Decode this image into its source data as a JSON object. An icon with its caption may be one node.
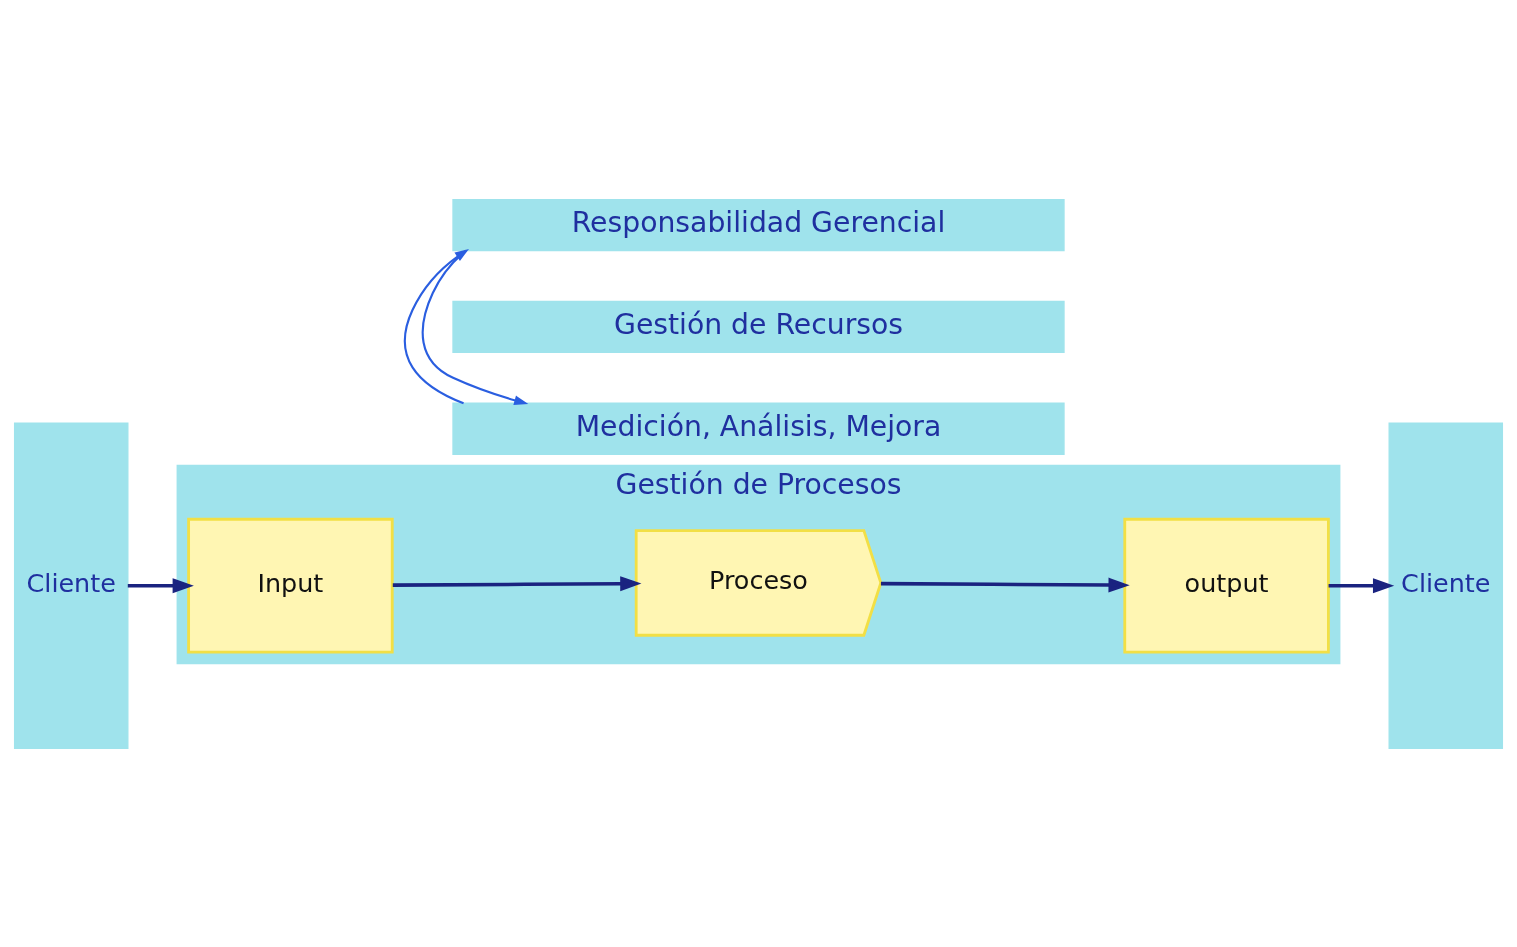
{
  "diagram": {
    "nodes": [
      {
        "text": [
          "Cliente"
        ]
      },
      {
        "text": [
          "Responsabilidad Gerencial"
        ]
      },
      {
        "text": [
          "Gestión de Recursos"
        ]
      },
      {
        "text": [
          "Gestión de Procesos"
        ]
      },
      {
        "text": [
          "Input"
        ],
        "in": 3
      },
      {
        "text": [
          "Proceso"
        ],
        "in": 3
      },
      {
        "text": [
          "output"
        ],
        "in": 3
      },
      {
        "text": [
          "Medición, Análisis, Mejora"
        ]
      },
      {
        "text": [
          "Cliente"
        ]
      }
    ],
    "edges": [
      {
        "from": 0,
        "to": 4,
        "arrow": "to"
      },
      {
        "from": 4,
        "to": 5,
        "arrow": "to"
      },
      {
        "from": 5,
        "to": 6,
        "arrow": "to"
      },
      {
        "from": 6,
        "to": 8,
        "arrow": "to"
      },
      {
        "from": 1,
        "to": 7,
        "arrow": "to",
        "color": "#2a5ee0"
      },
      {
        "from": 7,
        "to": 1,
        "arrow": "to",
        "color": "#2a5ee0"
      }
    ]
  }
}
